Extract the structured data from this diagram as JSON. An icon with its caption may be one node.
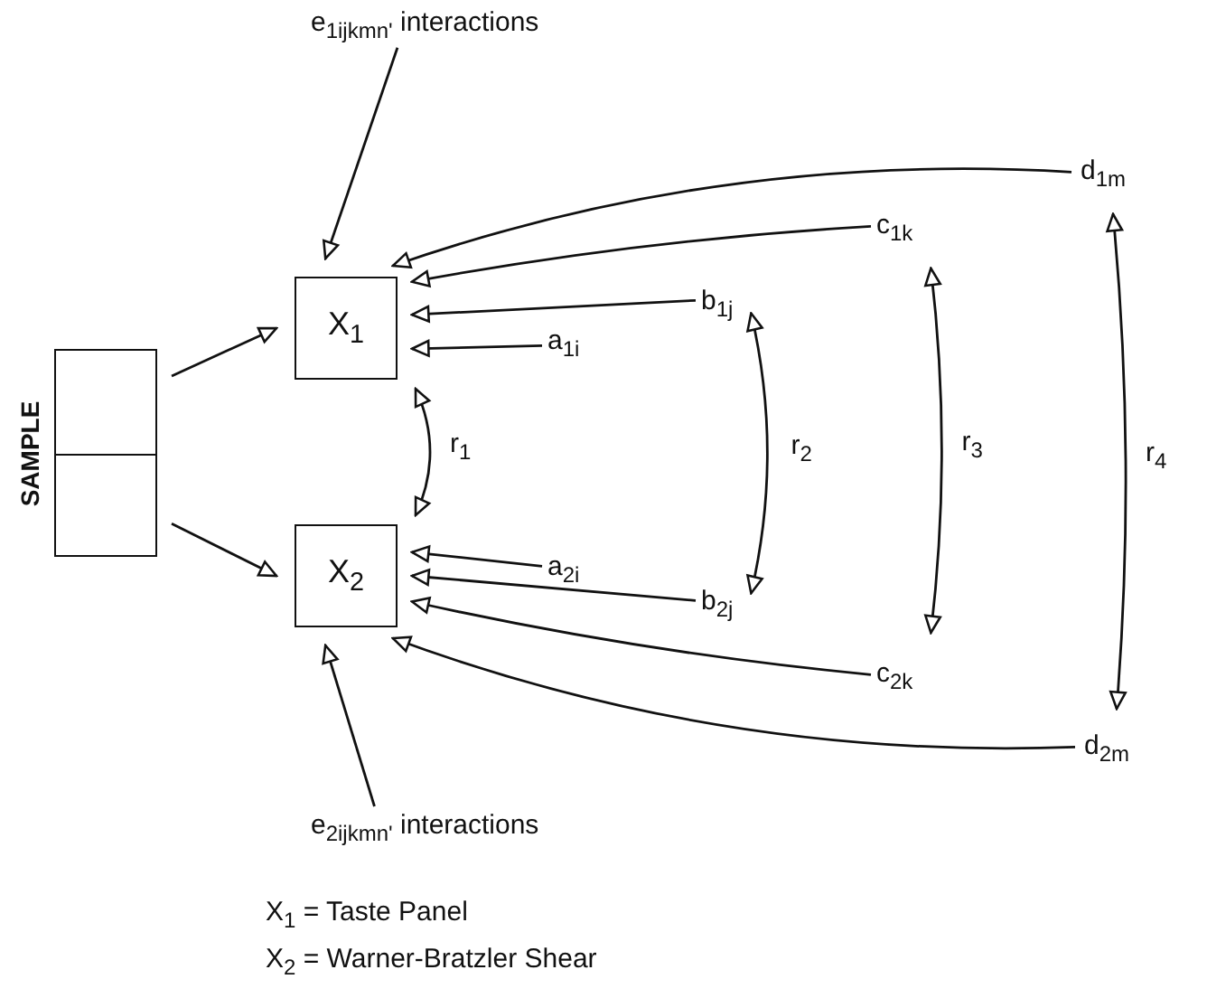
{
  "diagram": {
    "nodes": [
      {
        "text": [
          "SAMPLE"
        ]
      },
      {
        "text": [
          "X$_{1}$"
        ]
      },
      {
        "text": [
          "X$_{2}$"
        ]
      },
      {
        "text": [
          "e$_{1ijkmn'}$ interactions"
        ]
      },
      {
        "text": [
          "a$_{1i}$"
        ]
      },
      {
        "text": [
          "b$_{1j}$"
        ]
      },
      {
        "text": [
          "c$_{1k}$"
        ]
      },
      {
        "text": [
          "d$_{1m}$"
        ]
      },
      {
        "text": [
          "a$_{2i}$"
        ]
      },
      {
        "text": [
          "b$_{2j}$"
        ]
      },
      {
        "text": [
          "c$_{2k}$"
        ]
      },
      {
        "text": [
          "d$_{2m}$"
        ]
      },
      {
        "text": [
          "e$_{2ijkmn'}$ interactions"
        ]
      }
    ],
    "edges": [
      {
        "from": 0,
        "to": 1,
        "arrow": "to"
      },
      {
        "from": 0,
        "to": 2,
        "arrow": "to"
      },
      {
        "from": 3,
        "to": 1,
        "arrow": "to"
      },
      {
        "from": 4,
        "to": 1,
        "arrow": "to"
      },
      {
        "from": 5,
        "to": 1,
        "arrow": "to"
      },
      {
        "from": 6,
        "to": 1,
        "arrow": "to"
      },
      {
        "from": 7,
        "to": 1,
        "arrow": "to"
      },
      {
        "from": 8,
        "to": 2,
        "arrow": "to"
      },
      {
        "from": 9,
        "to": 2,
        "arrow": "to"
      },
      {
        "from": 10,
        "to": 2,
        "arrow": "to"
      },
      {
        "from": 11,
        "to": 2,
        "arrow": "to"
      },
      {
        "from": 12,
        "to": 2,
        "arrow": "to"
      },
      {
        "from": 1,
        "to": 2,
        "arrow": "both",
        "label": "r$_{1}$"
      },
      {
        "from": 5,
        "to": 9,
        "arrow": "both",
        "label": "r$_{2}$"
      },
      {
        "from": 6,
        "to": 10,
        "arrow": "both",
        "label": "r$_{3}$"
      },
      {
        "from": 7,
        "to": 11,
        "arrow": "both",
        "label": "r$_{4}$"
      }
    ],
    "labels": [
      "X$_{1}$ = Taste Panel",
      "X$_{2}$ = Warner-Bratzler Shear"
    ]
  }
}
